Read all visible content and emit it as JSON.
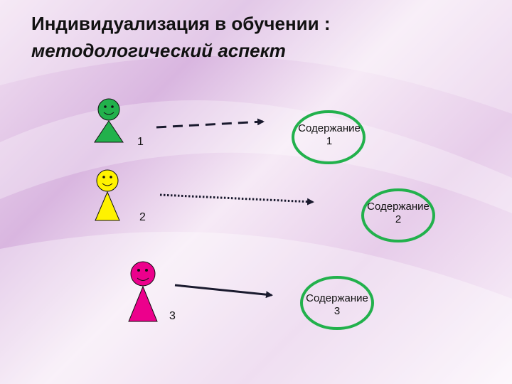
{
  "slide": {
    "title_line1": "Индивидуализация в обучении :",
    "title_line2": "методологический аспект"
  },
  "rows": [
    {
      "number": "1",
      "content_word": "Содержание",
      "content_number": "1",
      "figure_color": "#22b14c",
      "arrow_style": "dashed"
    },
    {
      "number": "2",
      "content_word": "Содержание",
      "content_number": "2",
      "figure_color": "#fff200",
      "arrow_style": "dotted"
    },
    {
      "number": "3",
      "content_word": "Содержание",
      "content_number": "3",
      "figure_color": "#ec008c",
      "arrow_style": "solid"
    }
  ],
  "colors": {
    "oval_stroke": "#22b14c",
    "arrow": "#1a1a2e"
  }
}
